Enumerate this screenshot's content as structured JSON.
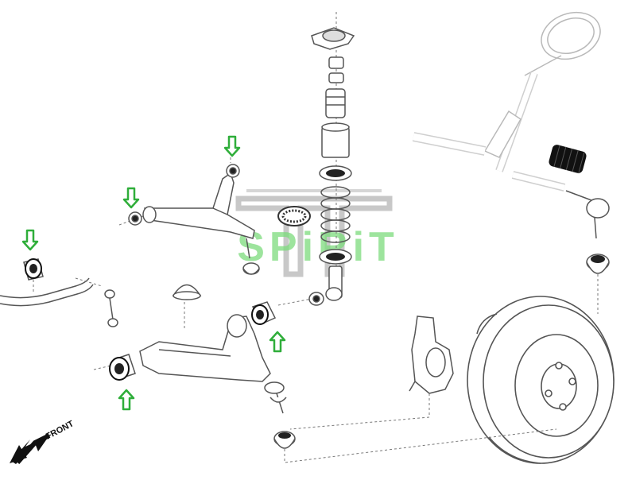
{
  "watermark": {
    "text": "SPiRiT",
    "color": "#7ddc7d"
  },
  "front_label": "FRONT",
  "colors": {
    "line": "#555555",
    "part_fill": "#ffffff",
    "rubber": "#222222",
    "arrow": "#2fae3a",
    "dim": "#b9b9b9"
  },
  "parts": [
    {
      "name": "strut-top-mount-icon"
    },
    {
      "name": "coil-spring-icon"
    },
    {
      "name": "shock-absorber-icon"
    },
    {
      "name": "upper-control-arm-icon"
    },
    {
      "name": "lower-control-arm-icon"
    },
    {
      "name": "steering-knuckle-icon"
    },
    {
      "name": "wheel-tire-icon"
    },
    {
      "name": "steering-column-icon"
    },
    {
      "name": "sway-bar-icon"
    },
    {
      "name": "sway-bar-link-icon"
    },
    {
      "name": "ball-joint-boot-icon"
    },
    {
      "name": "bump-stop-icon"
    }
  ],
  "highlight_arrows": [
    {
      "direction": "down"
    },
    {
      "direction": "down"
    },
    {
      "direction": "down"
    },
    {
      "direction": "up"
    },
    {
      "direction": "up"
    }
  ]
}
